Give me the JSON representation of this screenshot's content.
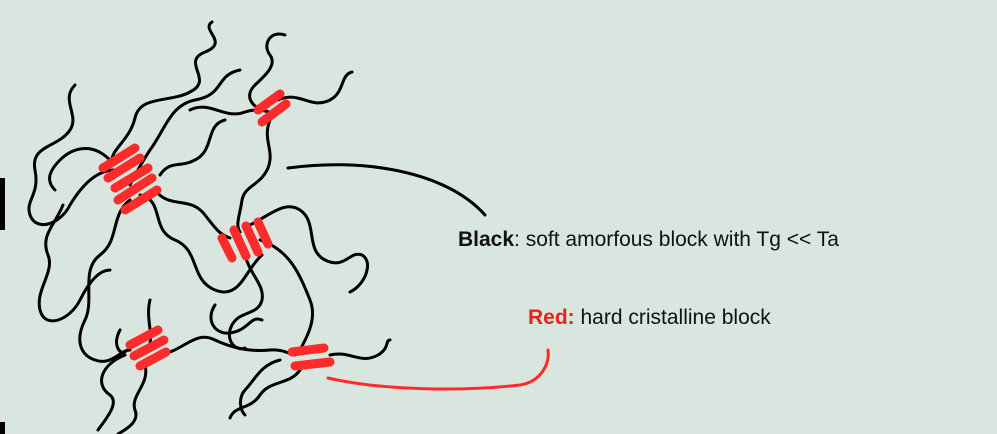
{
  "legend": {
    "black_term": "Black",
    "black_desc": ": soft amorfous block with Tg << Ta",
    "red_term": "Red:",
    "red_desc": " hard cristalline block"
  },
  "colors": {
    "background": "#d9e6df",
    "soft_chain": "#000000",
    "hard_block": "#ff2a2a",
    "red_term_text": "#e8231b"
  }
}
